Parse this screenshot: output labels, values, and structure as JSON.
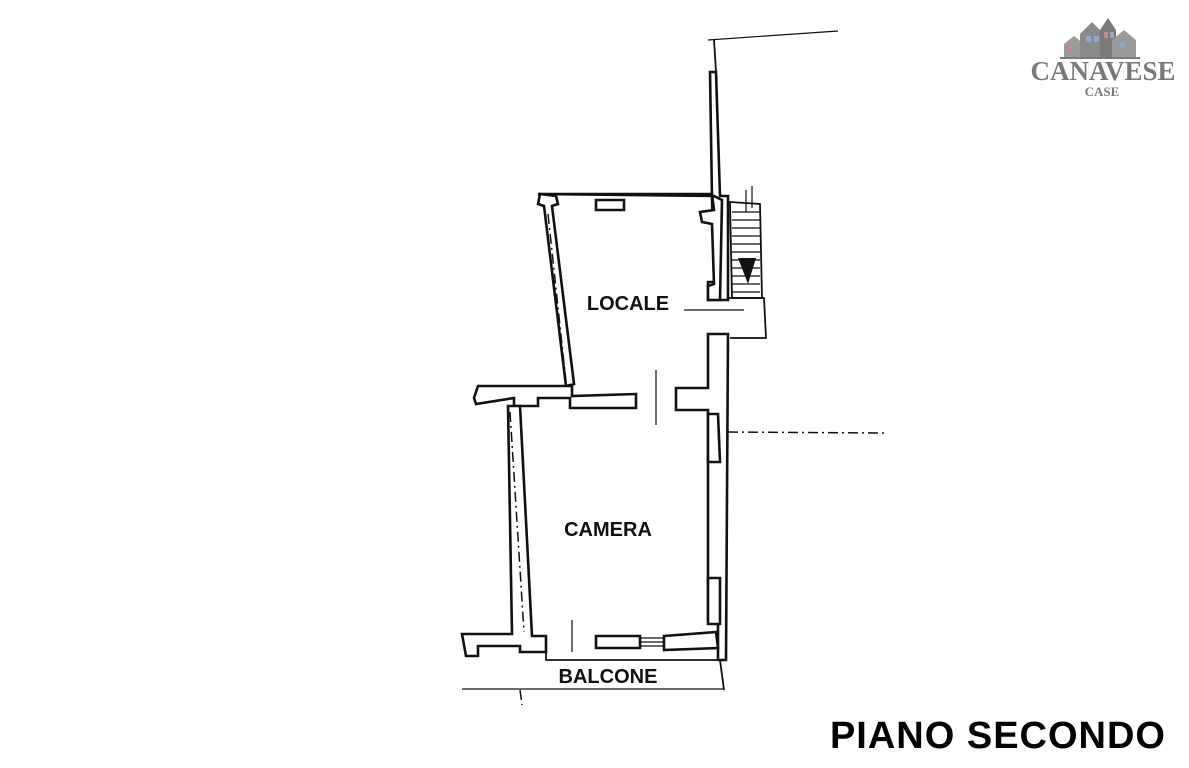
{
  "rooms": {
    "locale": "LOCALE",
    "camera": "CAMERA",
    "balcone": "BALCONE"
  },
  "floor_title": "PIANO SECONDO",
  "logo": {
    "name": "CANAVESE",
    "sub": "CASE"
  },
  "colors": {
    "ink": "#111111",
    "logo_gray": "#7a7a7a",
    "logo_accent_blue": "#8fa7c8",
    "logo_accent_red": "#c78a8a"
  }
}
